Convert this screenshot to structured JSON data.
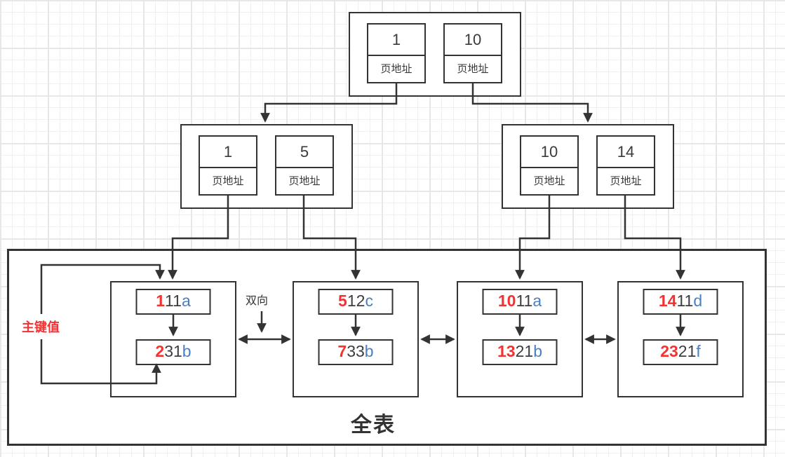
{
  "diagram": {
    "page_addr_label": "页地址",
    "root": {
      "entries": [
        {
          "key": "1"
        },
        {
          "key": "10"
        }
      ]
    },
    "level2": [
      {
        "entries": [
          {
            "key": "1"
          },
          {
            "key": "5"
          }
        ]
      },
      {
        "entries": [
          {
            "key": "10"
          },
          {
            "key": "14"
          }
        ]
      }
    ],
    "table": {
      "label": "全表",
      "leaves": [
        {
          "records": [
            {
              "key": "1",
              "addr": "11",
              "hex": "a"
            },
            {
              "key": "2",
              "addr": "31",
              "hex": "b"
            }
          ]
        },
        {
          "records": [
            {
              "key": "5",
              "addr": "12",
              "hex": "c"
            },
            {
              "key": "7",
              "addr": "33",
              "hex": "b"
            }
          ]
        },
        {
          "records": [
            {
              "key": "10",
              "addr": "11",
              "hex": "a"
            },
            {
              "key": "13",
              "addr": "21",
              "hex": "b"
            }
          ]
        },
        {
          "records": [
            {
              "key": "14",
              "addr": "11",
              "hex": "d"
            },
            {
              "key": "23",
              "addr": "21",
              "hex": "f"
            }
          ]
        }
      ]
    },
    "labels": {
      "primary_key": "主键值",
      "bidirectional": "双向"
    },
    "colors": {
      "line": "#333333",
      "key_red": "#f53232",
      "hex_blue": "#4a7fc1",
      "text_dark": "#3d3d42",
      "grid_minor": "#f0f0f0",
      "grid_major": "#e7e7e7"
    }
  }
}
